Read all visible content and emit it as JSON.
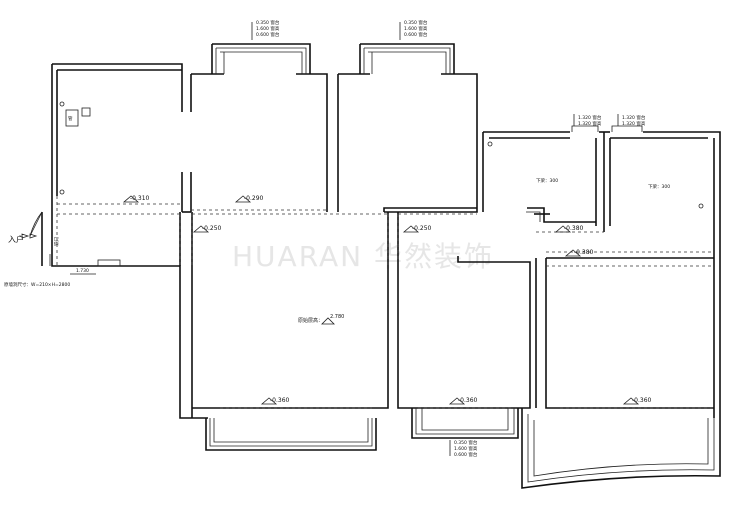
{
  "watermark": "HUARAN 华然装饰",
  "entrance": {
    "label": "入户",
    "door": "铁门"
  },
  "note": "原始层高：",
  "note_value": "2.780",
  "opening_note": "原墙洞尺寸：W=210×H=2800",
  "opening_level": "1.730",
  "levels": {
    "l1": "-0.310",
    "l2": "-0.290",
    "l3": "-0.250",
    "l4": "-0.250",
    "l5": "-0.380",
    "l6": "-0.380",
    "l7": "-0.360",
    "l8": "-0.360",
    "l9": "-0.360"
  },
  "beams": {
    "b1": "下梁：300",
    "b2": "下梁：300"
  },
  "window_tags": {
    "w1": [
      "0.350 窗台",
      "1.600 窗高",
      "0.600 窗台"
    ],
    "w2": [
      "0.350 窗台",
      "1.600 窗高",
      "0.600 窗台"
    ],
    "w3": [
      "1.320 窗台",
      "1.320 窗高"
    ],
    "w4": [
      "1.320 窗台",
      "1.320 窗高"
    ],
    "w5": [
      "0.350 窗台",
      "1.600 窗高",
      "0.600 窗台"
    ]
  },
  "misc": {
    "fd": "下",
    "pipe": "管"
  }
}
